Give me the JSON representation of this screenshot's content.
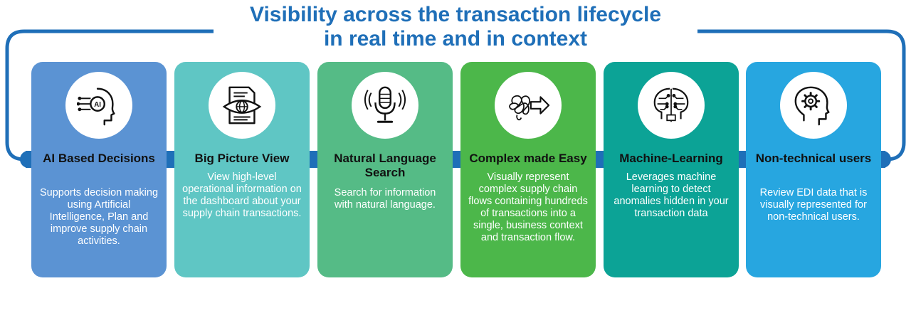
{
  "title": {
    "line1": "Visibility across the transaction lifecycle",
    "line2": "in real time and in context"
  },
  "colors": {
    "accent_blue": "#1f6fb8",
    "card1": "#5b93d3",
    "card2": "#5fc6c4",
    "card3": "#55bb86",
    "card4": "#4cb74a",
    "card5": "#0ca396",
    "card6": "#27a6e0"
  },
  "cards": [
    {
      "icon": "ai-head-icon",
      "title": "AI Based Decisions",
      "description": "Supports decision making using Artificial Intelligence, Plan and improve supply chain activities."
    },
    {
      "icon": "document-globe-icon",
      "title": "Big Picture View",
      "description": "View high-level operational information on the dashboard about your supply chain transactions."
    },
    {
      "icon": "microphone-icon",
      "title": "Natural Language Search",
      "description": "Search for information with natural language."
    },
    {
      "icon": "tangle-to-arrow-icon",
      "title": "Complex made Easy",
      "description": "Visually represent complex supply chain flows containing hundreds of transactions into a single, business context and transaction flow."
    },
    {
      "icon": "circuit-brain-icon",
      "title": "Machine-Learning",
      "description": "Leverages machine learning to detect anomalies hidden in your transaction data"
    },
    {
      "icon": "gear-head-icon",
      "title": "Non-technical users",
      "description": "Review EDI data that is visually represented for non-technical users."
    }
  ]
}
